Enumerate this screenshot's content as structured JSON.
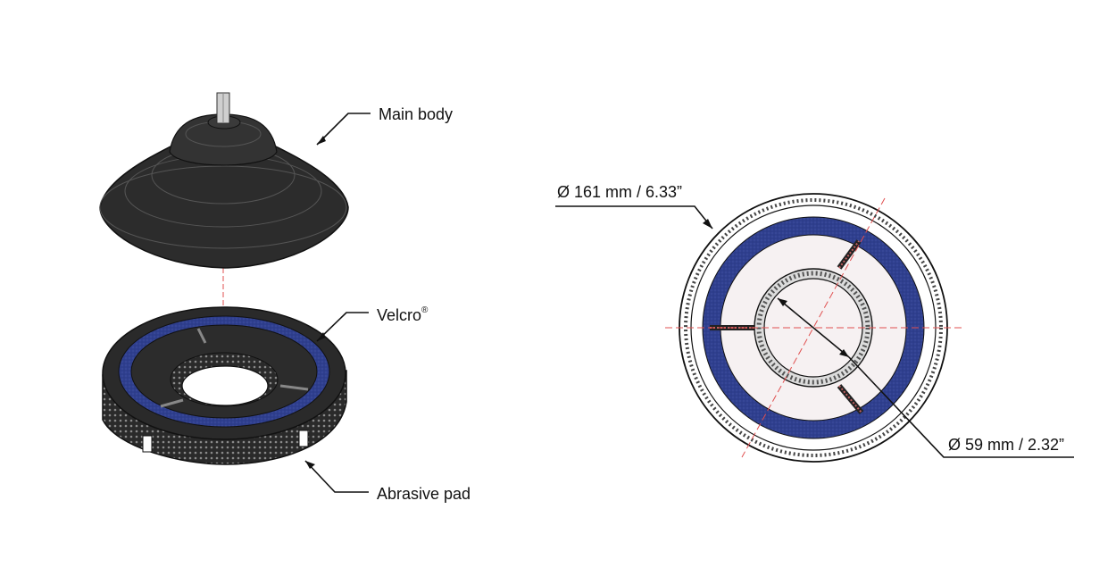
{
  "exploded_view": {
    "callouts": {
      "main_body": "Main body",
      "velcro": "Velcro",
      "velcro_mark": "®",
      "abrasive_pad": "Abrasive pad"
    }
  },
  "top_view": {
    "dimensions": {
      "outer": "Ø 161 mm / 6.33”",
      "inner": "Ø 59 mm / 2.32”"
    }
  },
  "colors": {
    "line": "#111111",
    "rubber": "#2b2b2b",
    "rubber_dark": "#1a1a1a",
    "velcro": "#2f3f8f",
    "centerline": "#e05050",
    "face": "#f6f1f2"
  }
}
